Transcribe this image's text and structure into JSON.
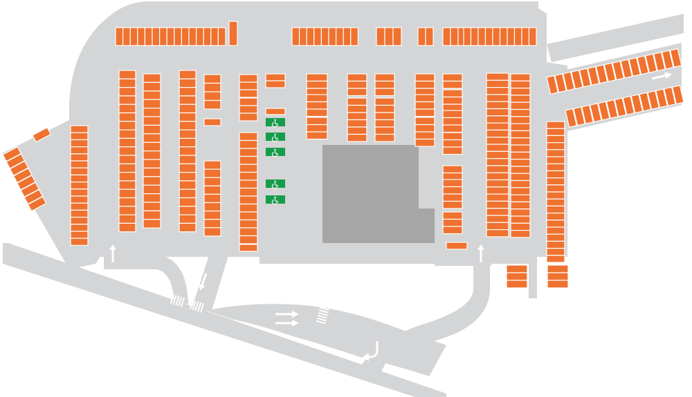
{
  "map": {
    "type": "parking-lot-plan",
    "colors": {
      "background": "#ffffff",
      "pavement": "#d4d5d6",
      "building": "#a6a6a6",
      "parking_space": "#ef7230",
      "space_separator": "#ffffff",
      "accessible_space": "#179c4b",
      "arrow": "#ffffff"
    },
    "icons": {
      "accessible_space": "wheelchair-icon",
      "direction_arrow": "arrow-icon",
      "crosswalk": "crosswalk-stripes"
    },
    "accessible_spaces": 5,
    "direction_arrows": [
      "up",
      "up",
      "down",
      "right",
      "right",
      "right",
      "down-left"
    ]
  }
}
